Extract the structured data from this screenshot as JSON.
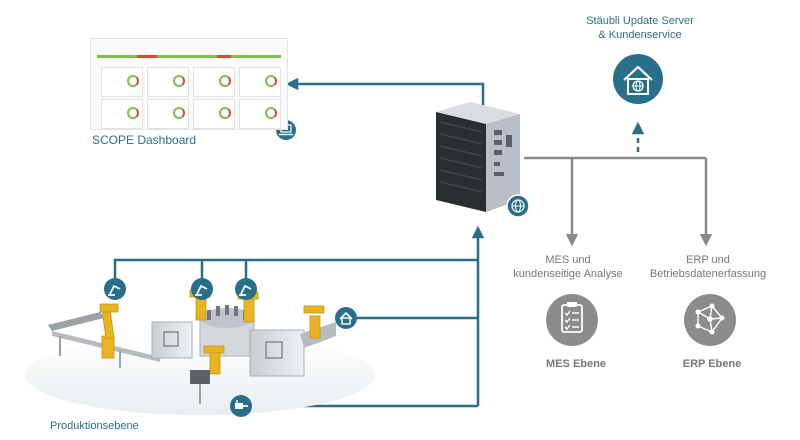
{
  "labels": {
    "server": [
      "Stäubli Update Server",
      "& Kundenservice"
    ],
    "scope": "SCOPE Dashboard",
    "mes_analysis": [
      "MES und",
      "kundenseitige Analyse"
    ],
    "erp_analysis": [
      "ERP und",
      "Betriebsdatenerfassung"
    ],
    "mes_level": "MES Ebene",
    "erp_level": "ERP Ebene",
    "production": "Produktionsebene"
  },
  "colors": {
    "teal": "#2a6f8a",
    "gray": "#7a7a7a",
    "text_gray": "#777777"
  },
  "icons": {
    "server": "house-globe-icon",
    "pc_globe": "globe-icon",
    "dashboard": "laptop-icon",
    "mes": "clipboard-checklist-icon",
    "erp": "network-nodes-icon",
    "robot": "robot-arm-icon",
    "house": "house-icon",
    "device": "connector-icon"
  }
}
